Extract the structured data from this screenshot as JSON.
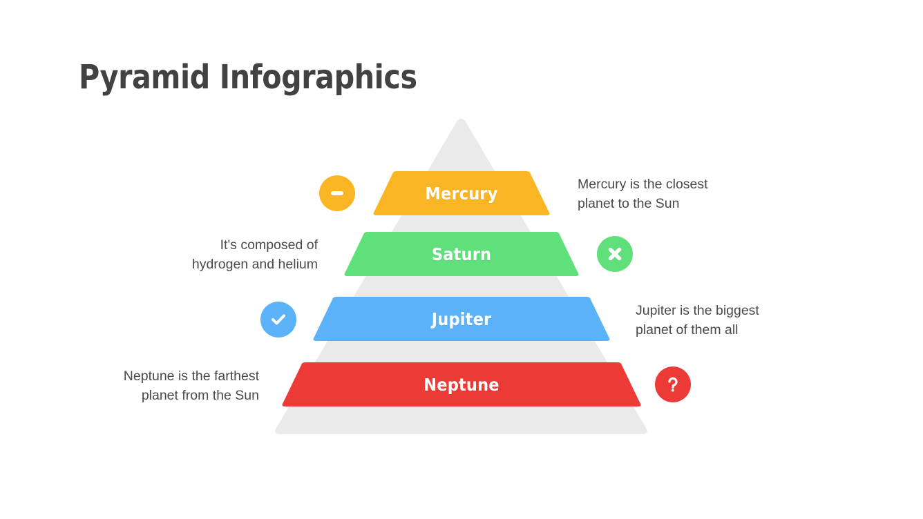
{
  "slide": {
    "title": "Pyramid Infographics",
    "background_color": "#FFFFFF",
    "title_color": "#424242",
    "pyramid_background_color": "#EAEAEA",
    "description_color": "#47494B"
  },
  "pyramid": {
    "levels": [
      {
        "label": "Mercury",
        "color": "#F9B524",
        "description": "Mercury is the closest\nplanet to the Sun",
        "description_side": "right",
        "icon": "minus-icon",
        "icon_side": "left"
      },
      {
        "label": "Saturn",
        "color": "#5FE07B",
        "description": "It's composed of\nhydrogen and helium",
        "description_side": "left",
        "icon": "close-x-icon",
        "icon_side": "right"
      },
      {
        "label": "Jupiter",
        "color": "#5BB2F9",
        "description": "Jupiter is the biggest\nplanet of them all",
        "description_side": "right",
        "icon": "check-icon",
        "icon_side": "left"
      },
      {
        "label": "Neptune",
        "color": "#EC3B37",
        "description": "Neptune is the farthest\nplanet from the Sun",
        "description_side": "left",
        "icon": "question-mark-icon",
        "icon_side": "right"
      }
    ]
  }
}
